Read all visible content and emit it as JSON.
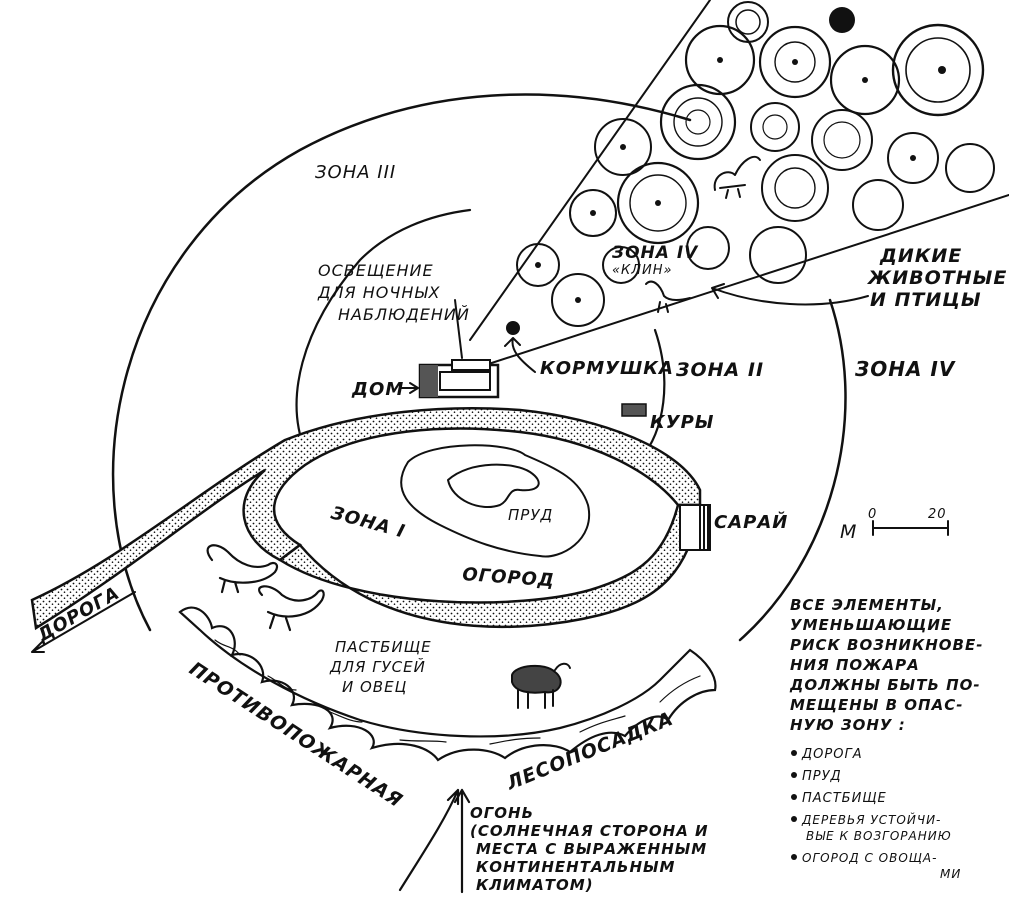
{
  "labels": {
    "zone3": "ЗОНА III",
    "zone4_wedge": "ЗОНА IV",
    "klin": "«КЛИН»",
    "wild_animals": [
      "ДИКИЕ",
      "ЖИВОТНЫЕ",
      "И ПТИЦЫ"
    ],
    "lighting": [
      "ОСВЕЩЕНИЕ",
      "ДЛЯ НОЧНЫХ",
      "НАБЛЮДЕНИЙ"
    ],
    "feeder": "КОРМУШКА",
    "zone2": "ЗОНА II",
    "zone4_outer": "ЗОНА IV",
    "house": "ДОМ",
    "hens": "КУРЫ",
    "pond": "ПРУД",
    "zone1": "ЗОНА I",
    "garden": "ОГОРОД",
    "barn": "САРАЙ",
    "road": "ДОРОГА",
    "pasture": [
      "ПАСТБИЩЕ",
      "ДЛЯ ГУСЕЙ",
      "И ОВЕЦ"
    ],
    "firebreak_left": "ПРОТИВОПОЖАРНАЯ",
    "firebreak_right": "ЛЕСОПОСАДКА",
    "fire": [
      "ОГОНЬ",
      "(СОЛНЕЧНАЯ СТОРОНА И",
      "МЕСТА С ВЫРАЖЕННЫМ",
      "КОНТИНЕНТАЛЬНЫМ",
      "КЛИМАТОМ)"
    ]
  },
  "scale": {
    "unit": "М",
    "start": "0",
    "end": "20"
  },
  "note": {
    "heading": [
      "ВСЕ ЭЛЕМЕНТЫ,",
      "УМЕНЬШАЮЩИЕ",
      "РИСК ВОЗНИКНОВЕ-",
      "НИЯ ПОЖАРА",
      "ДОЛЖНЫ БЫТЬ ПО-",
      "МЕЩЕНЫ В ОПАС-",
      "НУЮ ЗОНУ :"
    ],
    "items": [
      "ДОРОГА",
      "ПРУД",
      "ПАСТБИЩЕ",
      "ДЕРЕВЬЯ УСТОЙЧИ-",
      "ВЫЕ К ВОЗГОРАНИЮ",
      "ОГОРОД С ОВОЩА-",
      "МИ"
    ]
  }
}
